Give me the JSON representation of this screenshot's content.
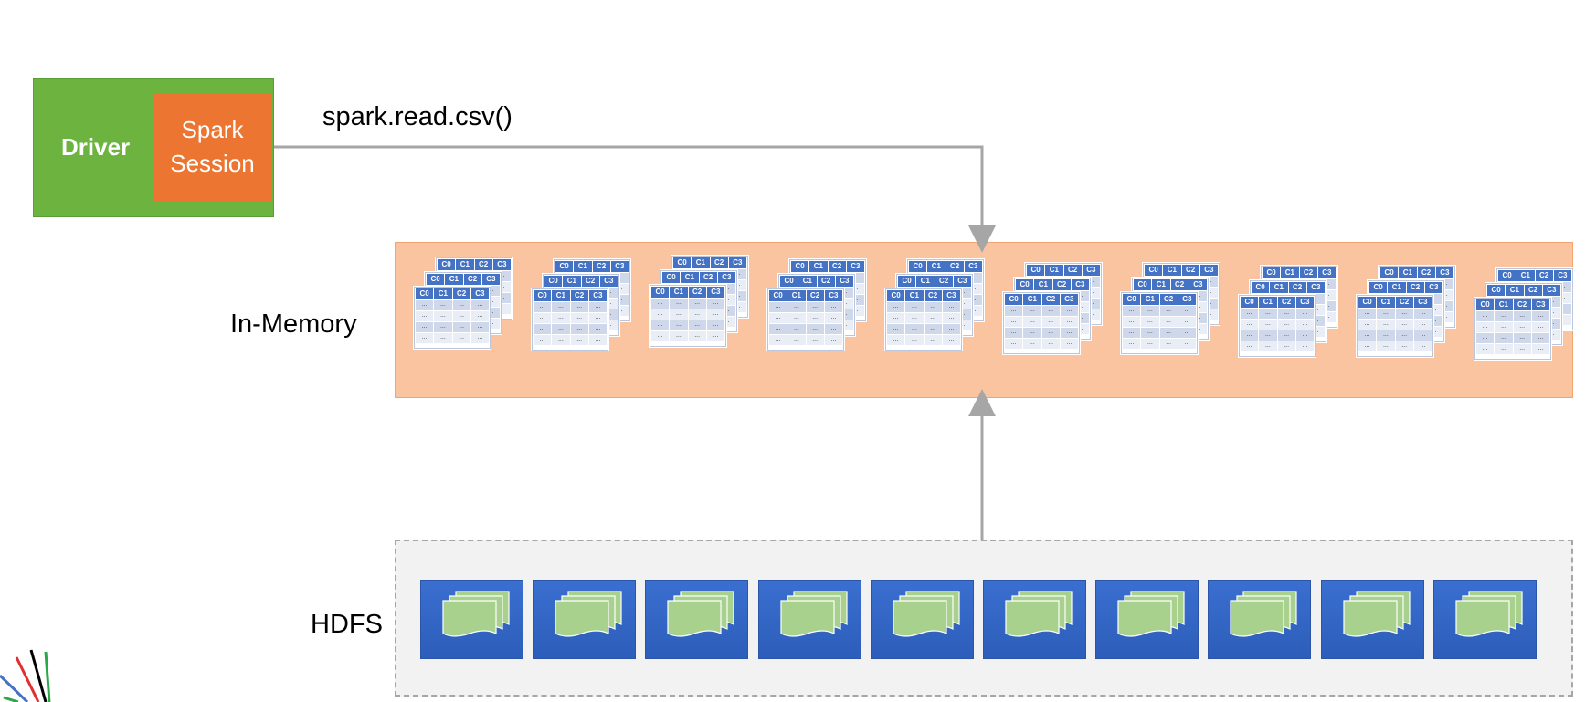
{
  "driver": {
    "label": "Driver",
    "session_line1": "Spark",
    "session_line2": "Session",
    "color": "#6cb33f",
    "session_color": "#ec7631"
  },
  "call_label": "spark.read.csv()",
  "memory": {
    "label": "In-Memory",
    "color": "#fbc4a0",
    "partition_count": 10,
    "table_headers": [
      "C0",
      "C1",
      "C2",
      "C3"
    ],
    "cell_text": "..."
  },
  "hdfs": {
    "label": "HDFS",
    "block_count": 10,
    "block_color": "#3366cc",
    "file_color": "#a9d18e"
  }
}
